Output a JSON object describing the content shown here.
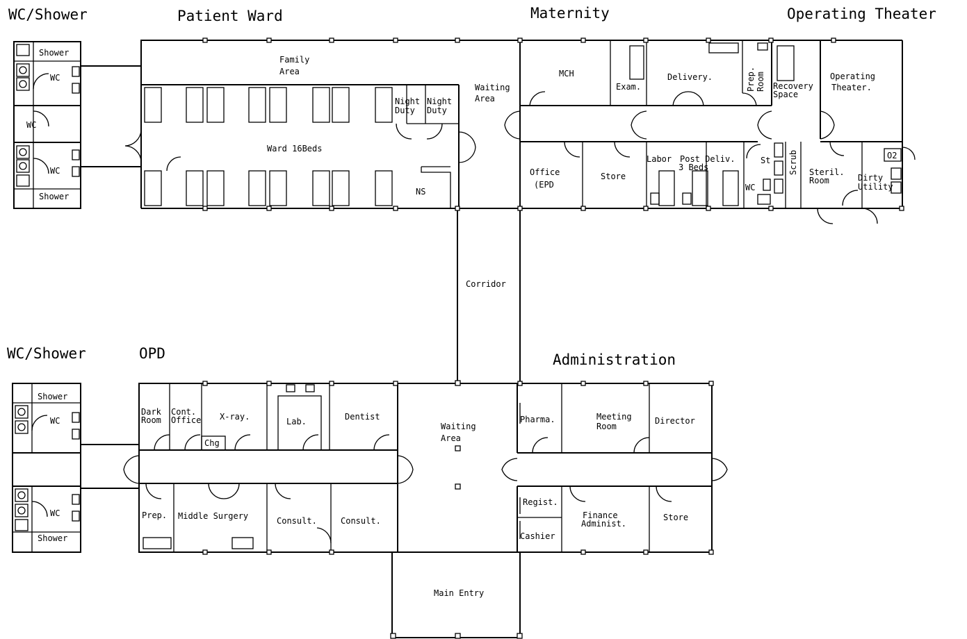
{
  "sections": {
    "wc_shower_top": "WC/Shower",
    "patient_ward": "Patient Ward",
    "maternity": "Maternity",
    "operating_theater": "Operating Theater",
    "wc_shower_bottom": "WC/Shower",
    "opd": "OPD",
    "administration": "Administration"
  },
  "rooms": {
    "shower_tl": "Shower",
    "wc_tl": "WC",
    "wc_lm": "WC",
    "wc_ml": "WC",
    "shower_ml": "Shower",
    "family_area_1": "Family",
    "family_area_2": "Area",
    "night_duty_1a": "Night",
    "night_duty_1b": "Duty",
    "night_duty_2a": "Night",
    "night_duty_2b": "Duty",
    "ward": "Ward 16Beds",
    "ns": "NS",
    "waiting_top_1": "Waiting",
    "waiting_top_2": "Area",
    "mch": "MCH",
    "exam": "Exam.",
    "delivery": "Delivery.",
    "prep_room_1": "Prep.",
    "prep_room_2": "Room",
    "recovery_1": "Recovery",
    "recovery_2": "Space",
    "operating_1": "Operating",
    "operating_2": "Theater.",
    "office_1": "Office",
    "office_2": "(EPD",
    "store_mat": "Store",
    "labor": "Labor",
    "post_deliv": "Post Deliv.",
    "beds3": "3 Beds",
    "st": "St",
    "scrub": "Scrub",
    "wc_mat": "WC",
    "steril_1": "Steril.",
    "steril_2": "Room",
    "dirty_1": "Dirty",
    "dirty_2": "Utility",
    "o2": "O2",
    "corridor": "Corridor",
    "shower_bl1": "Shower",
    "wc_bl1": "WC",
    "wc_bl2": "WC",
    "shower_bl2": "Shower",
    "dark_room_1": "Dark",
    "dark_room_2": "Room",
    "cont_office_1": "Cont.",
    "cont_office_2": "Office",
    "xray": "X-ray.",
    "chg": "Chg",
    "lab": "Lab.",
    "dentist": "Dentist",
    "waiting_bot_1": "Waiting",
    "waiting_bot_2": "Area",
    "prep": "Prep.",
    "middle_surgery": "Middle Surgery",
    "consult_1": "Consult.",
    "consult_2": "Consult.",
    "pharma": "Pharma.",
    "meeting_1": "Meeting",
    "meeting_2": "Room",
    "director": "Director",
    "regist": "Regist.",
    "cashier": "Cashier",
    "finance_1": "Finance",
    "finance_2": "Administ.",
    "store_admin": "Store",
    "main_entry": "Main Entry"
  }
}
